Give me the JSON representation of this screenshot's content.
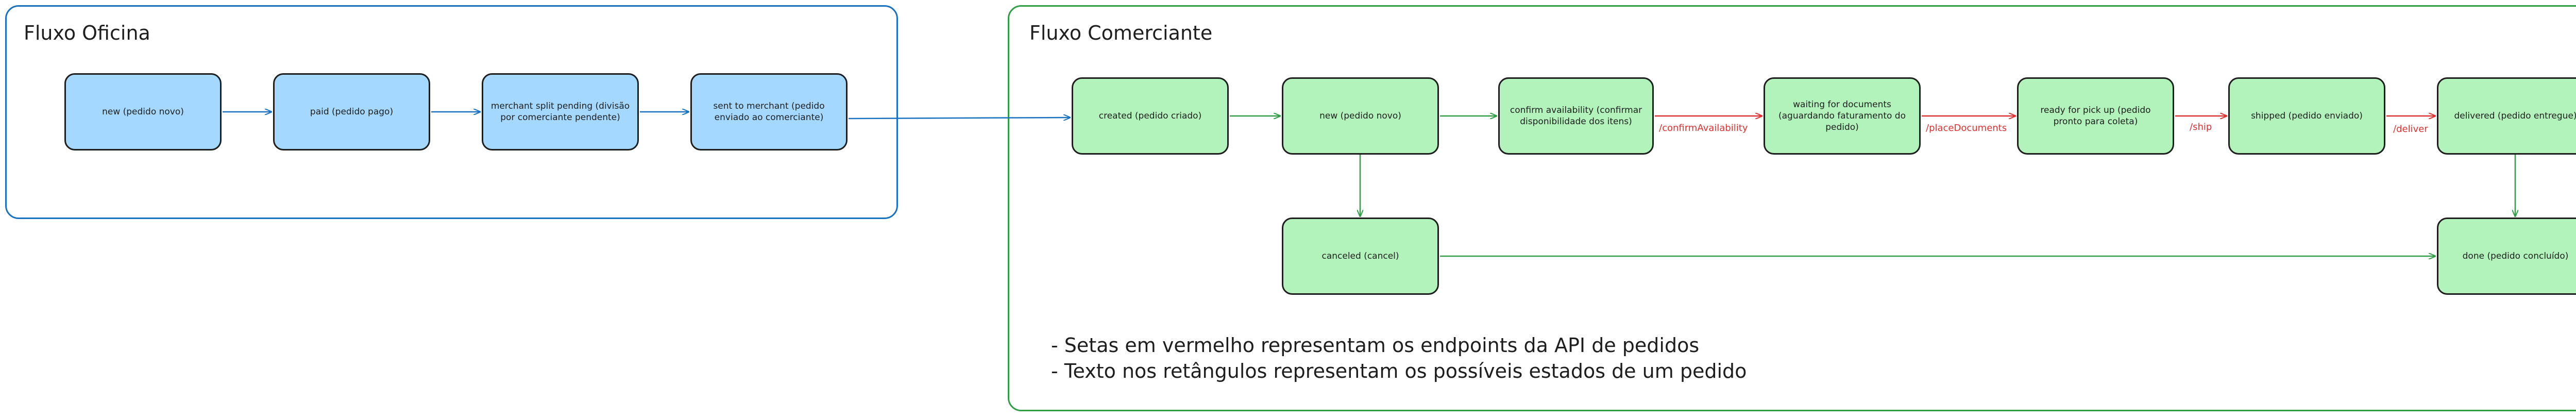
{
  "groups": {
    "oficina": {
      "title": "Fluxo Oficina"
    },
    "comerciante": {
      "title": "Fluxo Comerciante"
    }
  },
  "nodes": {
    "of_new": "new (pedido novo)",
    "of_paid": "paid (pedido pago)",
    "of_split": "merchant split pending (divisão por comerciante pendente)",
    "of_sent": "sent to merchant (pedido enviado ao comerciante)",
    "co_created": "created (pedido criado)",
    "co_new": "new (pedido novo)",
    "co_confirm": "confirm availability (confirmar disponibilidade dos itens)",
    "co_waiting": "waiting for documents (aguardando faturamento do pedido)",
    "co_ready": "ready for pick up (pedido pronto para coleta)",
    "co_shipped": "shipped (pedido enviado)",
    "co_delivered": "delivered (pedido entregue)",
    "co_canceled": "canceled (cancel)",
    "co_done": "done (pedido concluído)"
  },
  "edge_labels": {
    "confirm": "/confirmAvailability",
    "place": "/placeDocuments",
    "ship": "/ship",
    "deliver": "/deliver"
  },
  "notes": [
    "- Setas em vermelho representam os endpoints da API de pedidos",
    "- Texto nos retângulos representam os possíveis estados de um pedido"
  ],
  "colors": {
    "blue_stroke": "#1971c2",
    "green_stroke": "#2f9e44",
    "red_stroke": "#e03131",
    "blue_fill": "#a5d8ff",
    "green_fill": "#b2f2bb"
  }
}
